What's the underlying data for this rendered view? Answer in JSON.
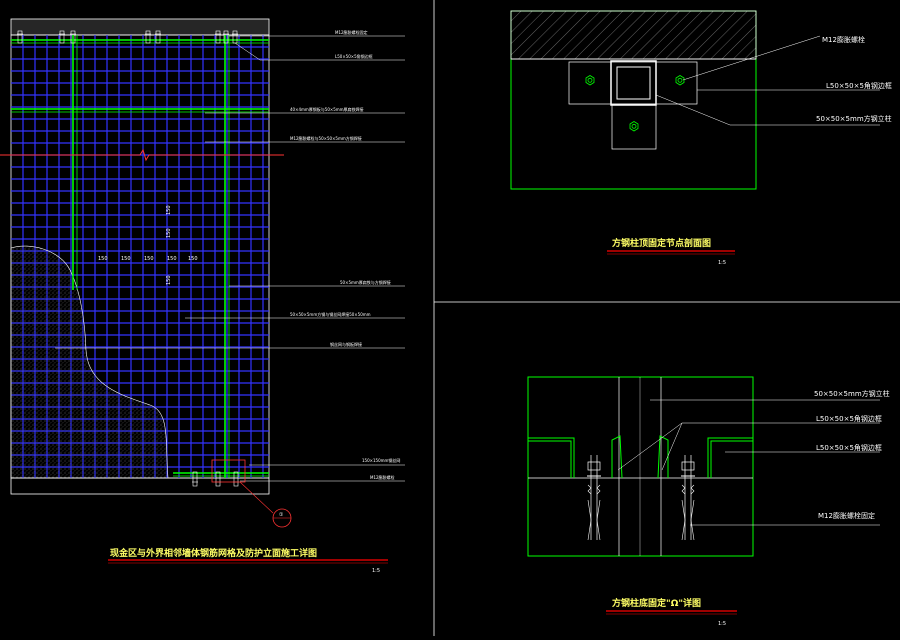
{
  "colors": {
    "background": "#000000",
    "outline": "#ffffff",
    "green": "#00ff00",
    "mesh": "#3333ff",
    "leader": "#00ffff",
    "red": "#ff3333",
    "title": "#ffff66",
    "section_red": "#ff0000"
  },
  "views": {
    "elevation": {
      "labels": [
        "M12膨胀螺栓固定",
        "L50×50×5角钢边框",
        "40×4mm厚钢板与50×5mm厚扁铁焊接",
        "M12膨胀螺栓与50×50×5mm方钢焊接",
        "50×5mm厚扁铁与方钢焊接",
        "50×50×5mm方钢与钢丝网焊接50×50mm",
        "钢丝网与钢板焊接",
        "150×150mm钢丝网",
        "M12膨胀螺栓"
      ],
      "dimensions": [
        "150",
        "150",
        "150",
        "150",
        "150",
        "150",
        "150",
        "150"
      ],
      "detail_marker": "①",
      "title": "现金区与外界相邻墙体钢筋网格及防护立面施工详图",
      "scale": "1:5"
    },
    "plan": {
      "labels": [
        "M12膨胀螺栓",
        "L50×50×5角钢边框",
        "50×50×5mm方钢立柱"
      ],
      "title": "方钢柱顶固定节点剖面图",
      "scale": "1:5"
    },
    "detail": {
      "labels": [
        "50×50×5mm方钢立柱",
        "L50×50×5角钢边框",
        "L50×50×5角钢边框",
        "M12膨胀螺栓固定"
      ],
      "title": "方钢柱底固定\"Ω\"详图",
      "scale": "1:5"
    }
  }
}
